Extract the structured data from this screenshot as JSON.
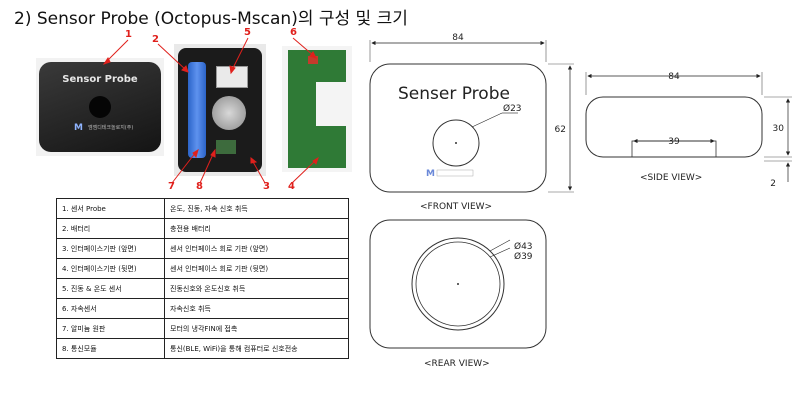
{
  "title": "2) Sensor Probe (Octopus-Mscan)의 구성 및 크기",
  "photos": {
    "probe_label": "Sensor Probe",
    "probe_small_text": "엠엠디테크놀로지(주)",
    "callouts": [
      "1",
      "2",
      "5",
      "6",
      "7",
      "8",
      "3",
      "4"
    ]
  },
  "components": [
    {
      "name": "1. 센서 Probe",
      "desc": "온도, 진동, 자속 신호 취득"
    },
    {
      "name": "2. 배터리",
      "desc": "충전용 배터리"
    },
    {
      "name": "3. 인터페이스기판 (앞면)",
      "desc": "센서 인터페이스 회로 기판 (앞면)"
    },
    {
      "name": "4. 인터페이스기판 (뒷면)",
      "desc": "센서 인터페이스 회로 기판 (뒷면)"
    },
    {
      "name": "5. 진동 & 온도 센서",
      "desc": "진동신호와 온도신호 취득"
    },
    {
      "name": "6. 자속센서",
      "desc": "자속신호 취득"
    },
    {
      "name": "7. 알미늄 원판",
      "desc": "모터의 냉각FIN에 접촉"
    },
    {
      "name": "8. 통신모듈",
      "desc": "통신(BLE, WiFi)을 통해 컴퓨터로 신호전송"
    }
  ],
  "drawings": {
    "front_width": "84",
    "front_height": "62",
    "front_label": "Senser Probe",
    "front_hole": "Ø23",
    "front_caption": "<FRONT VIEW>",
    "side_width": "84",
    "side_height": "30",
    "side_inner": "39",
    "side_step": "2",
    "side_caption": "<SIDE VIEW>",
    "rear_outer": "Ø43",
    "rear_inner": "Ø39",
    "rear_caption": "<REAR VIEW>"
  }
}
